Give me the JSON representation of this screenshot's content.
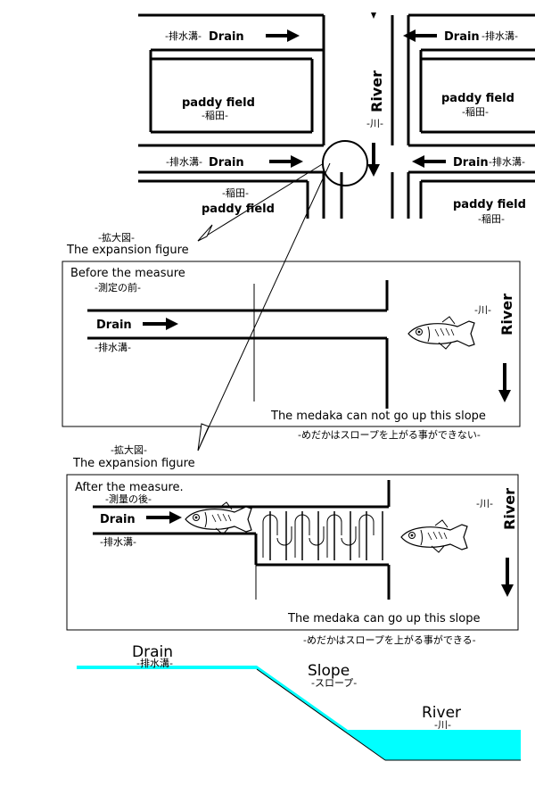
{
  "map": {
    "drain_top_left": "Drain",
    "drain_top_left_jp": "-排水溝-",
    "drain_top_right": "Drain",
    "drain_top_right_jp": "-排水溝-",
    "drain_mid_left": "Drain",
    "drain_mid_left_jp": "-排水溝-",
    "drain_mid_right": "Drain",
    "drain_mid_right_jp": "-排水溝-",
    "river": "River",
    "river_jp": "-川-",
    "paddy_1": "paddy field",
    "paddy_1_jp": "-稲田-",
    "paddy_2": "paddy field",
    "paddy_2_jp": "-稲田-",
    "paddy_3": "paddy field",
    "paddy_3_jp": "-稲田-",
    "paddy_4": "paddy field",
    "paddy_4_jp": "-稲田-"
  },
  "callout1": {
    "jp": "-拡大図-",
    "en": "The expansion figure"
  },
  "before": {
    "title": "Before the measure",
    "title_jp": "-測定の前-",
    "drain": "Drain",
    "drain_jp": "-排水溝-",
    "river": "River",
    "river_jp": "-川-",
    "caption": "The medaka can not go up  this slope",
    "caption_jp": "-めだかはスロープを上がる事ができない-"
  },
  "callout2": {
    "jp": "-拡大図-",
    "en": "The expansion figure"
  },
  "after": {
    "title": "After the measure.",
    "title_jp": "-測量の後-",
    "drain": "Drain",
    "drain_jp": "-排水溝-",
    "river": "River",
    "river_jp": "-川-",
    "caption": "The medaka can go up  this slope",
    "caption_jp": "-めだかはスロープを上がる事ができる-"
  },
  "profile": {
    "drain": "Drain",
    "drain_jp": "-排水溝-",
    "slope": "Slope",
    "slope_jp": "-スロープ-",
    "river": "River",
    "river_jp": "-川-",
    "water_color": "#00ffff"
  }
}
